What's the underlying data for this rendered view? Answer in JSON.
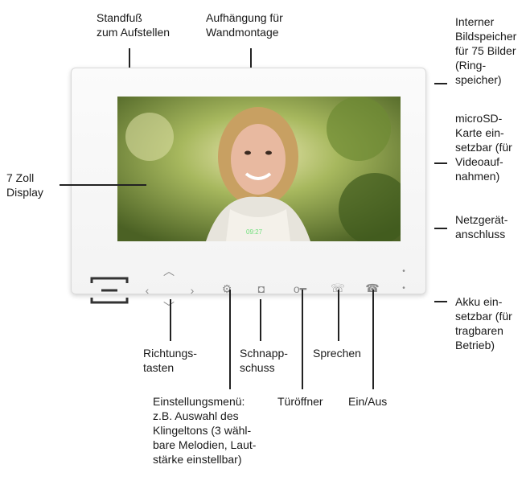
{
  "labels": {
    "standfuss": "Standfuß\nzum Aufstellen",
    "aufhaengung": "Aufhängung für\nWandmontage",
    "speicher": "Interner\nBildspeicher\nfür 75 Bilder\n(Ring-\nspeicher)",
    "microsd": "microSD-\nKarte ein-\nsetzbar (für\nVideoauf-\nnahmen)",
    "display": "7 Zoll\nDisplay",
    "netzgeraet": "Netzgerät-\nanschluss",
    "akku": "Akku ein-\nsetzbar (für\ntragbaren\nBetrieb)",
    "richtung": "Richtungs-\ntasten",
    "schnapp": "Schnapp-\nschuss",
    "sprechen": "Sprechen",
    "einstellung": "Einstellungsmenü:\nz.B. Auswahl des\nKlingeltons (3 wähl-\nbare Melodien, Laut-\nstärke einstellbar)",
    "tueroeffner": "Türöffner",
    "einaus": "Ein/Aus"
  },
  "screen": {
    "clock": "09:27"
  },
  "icons": [
    "menu-icon",
    "arrow-up-icon",
    "arrow-left-icon",
    "arrow-right-icon",
    "arrow-down-icon",
    "settings-icon",
    "camera-icon",
    "key-icon",
    "phone-talk-icon",
    "phone-hangup-icon"
  ],
  "colors": {
    "device": "#f6f6f6",
    "lines": "#222222"
  }
}
